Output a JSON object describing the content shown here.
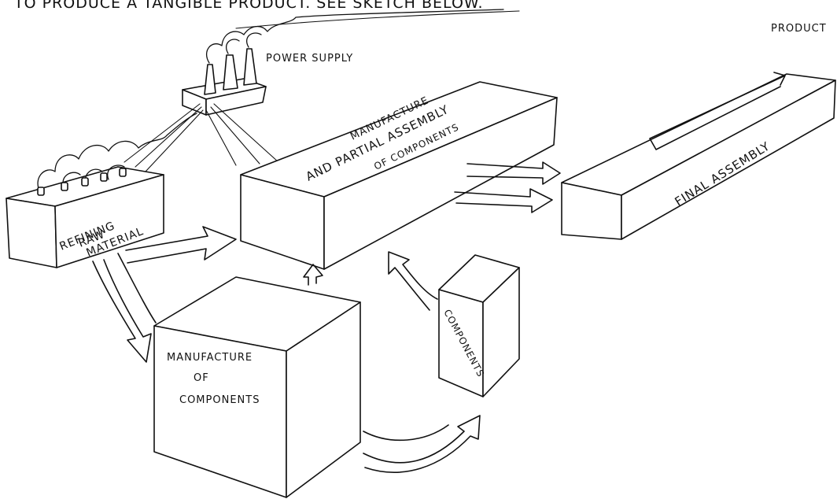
{
  "caption": "TO PRODUCE A TANGIBLE PRODUCT. SEE SKETCH BELOW.",
  "labels": {
    "product": "PRODUCT",
    "power_supply": "POWER SUPPLY",
    "refining": [
      "REFINING",
      "RAW",
      "MATERIAL"
    ],
    "manufacture_partial": [
      "MANUFACTURE",
      "AND PARTIAL ASSEMBLY",
      "OF COMPONENTS"
    ],
    "final_assembly": "FINAL ASSEMBLY",
    "manufacture_components": [
      "MANUFACTURE",
      "OF",
      "COMPONENTS"
    ],
    "components": "COMPONENTS"
  }
}
